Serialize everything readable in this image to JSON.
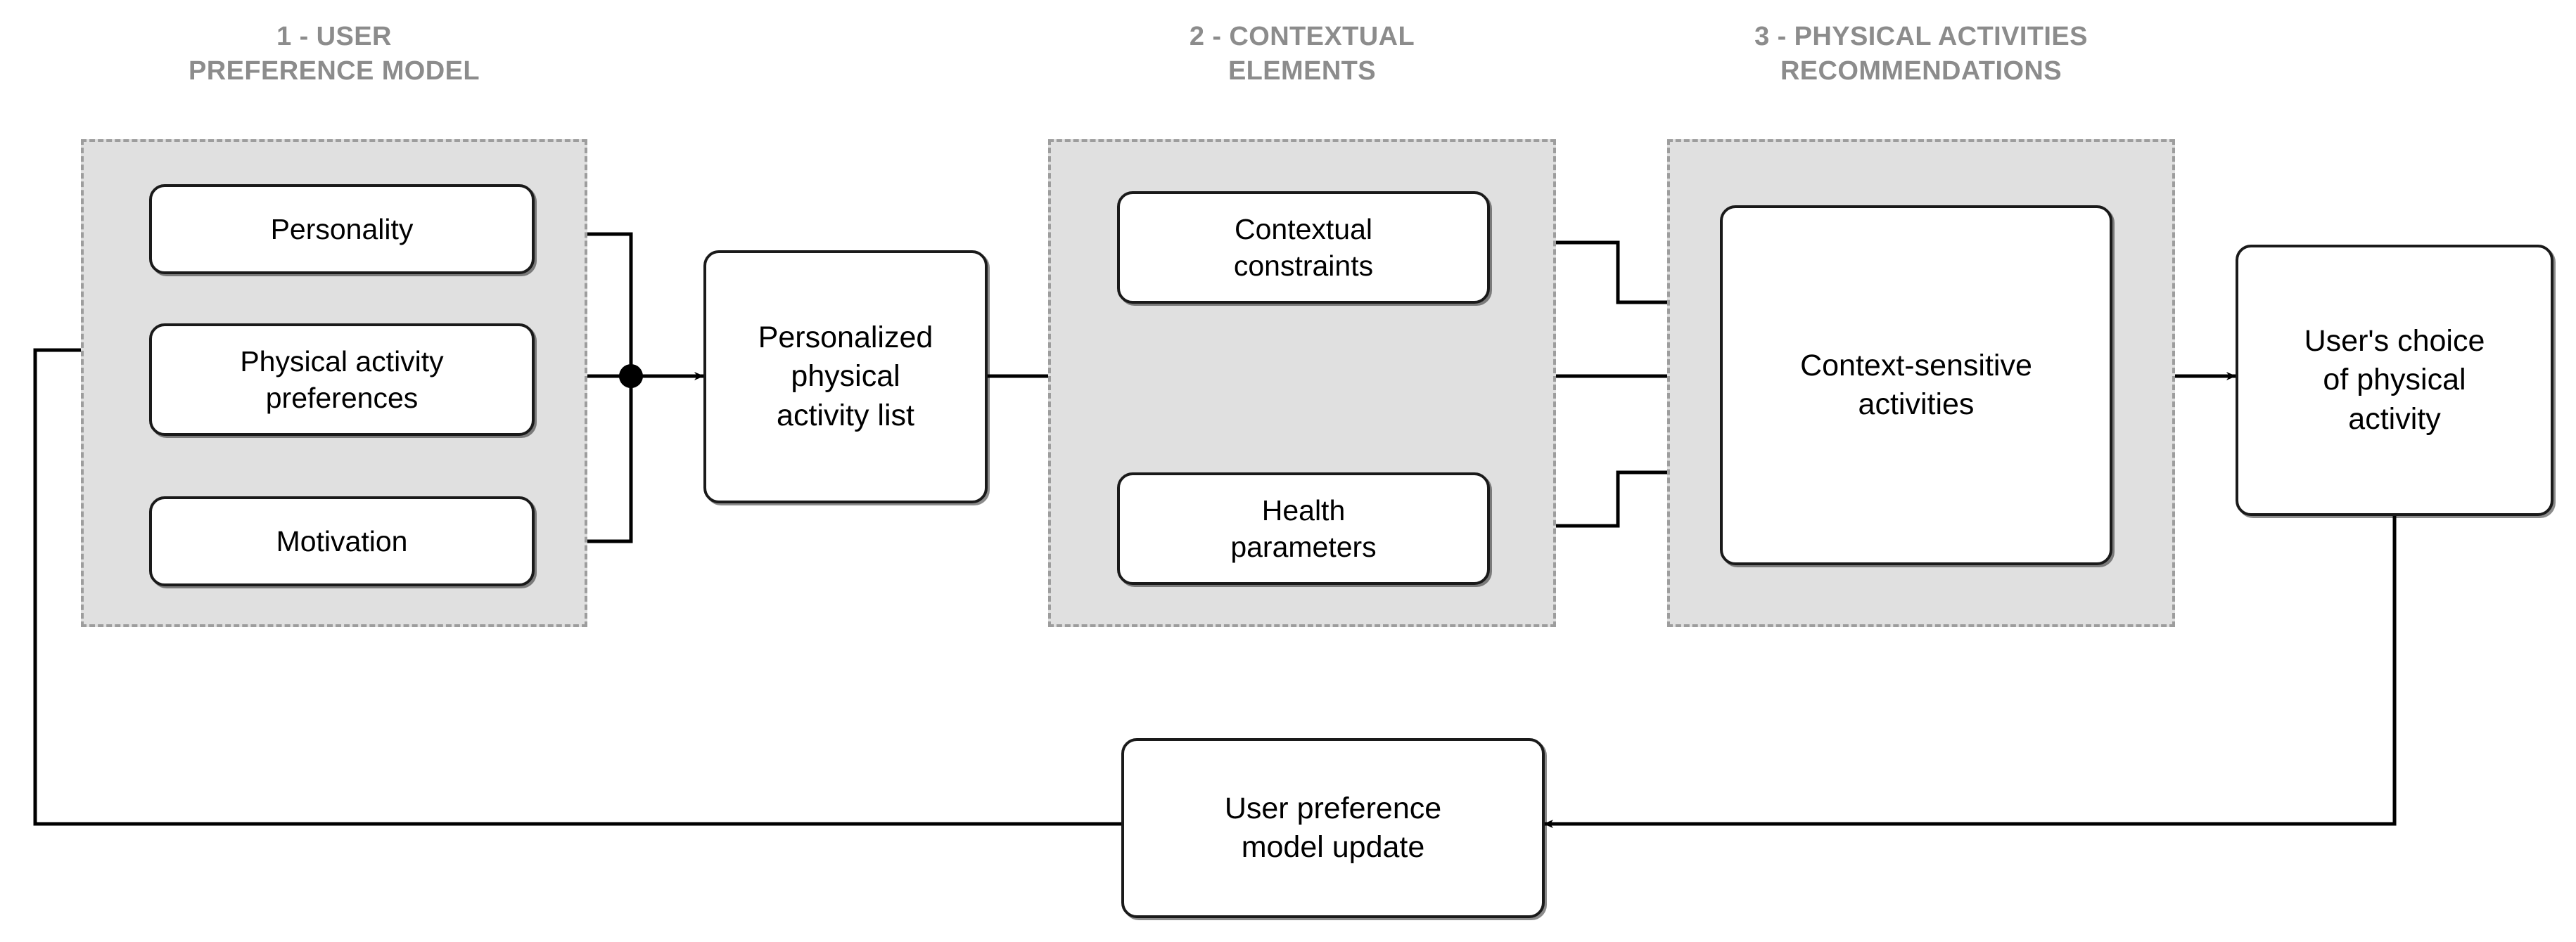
{
  "diagram": {
    "title_text_color": "#8c8c8c",
    "zone_fill": "#e0e0e0",
    "zone_border": "#9d9d9d",
    "node_border": "#1a1a1a",
    "node_fill": "#ffffff",
    "edge_color": "#000000",
    "groups": [
      {
        "id": "group-1",
        "label": "1 - USER\nPREFERENCE MODEL"
      },
      {
        "id": "group-2",
        "label": "2 - CONTEXTUAL\nELEMENTS"
      },
      {
        "id": "group-3",
        "label": "3 - PHYSICAL ACTIVITIES\nRECOMMENDATIONS"
      }
    ],
    "nodes": [
      {
        "id": "personality",
        "label": "Personality"
      },
      {
        "id": "physical-activity-prefs",
        "label": "Physical activity\npreferences"
      },
      {
        "id": "motivation",
        "label": "Motivation"
      },
      {
        "id": "personalized-list",
        "label": "Personalized\nphysical\nactivity list"
      },
      {
        "id": "contextual-constraints",
        "label": "Contextual\nconstraints"
      },
      {
        "id": "health-parameters",
        "label": "Health\nparameters"
      },
      {
        "id": "context-sensitive",
        "label": "Context-sensitive\nactivities"
      },
      {
        "id": "users-choice",
        "label": "User's choice\nof physical\nactivity"
      },
      {
        "id": "model-update",
        "label": "User preference\nmodel update"
      }
    ],
    "edges": [
      {
        "from": "personality",
        "to": "personalized-list"
      },
      {
        "from": "physical-activity-prefs",
        "to": "personalized-list"
      },
      {
        "from": "motivation",
        "to": "personalized-list"
      },
      {
        "from": "personalized-list",
        "to": "context-sensitive"
      },
      {
        "from": "contextual-constraints",
        "to": "context-sensitive"
      },
      {
        "from": "health-parameters",
        "to": "context-sensitive"
      },
      {
        "from": "context-sensitive",
        "to": "users-choice"
      },
      {
        "from": "users-choice",
        "to": "model-update"
      },
      {
        "from": "model-update",
        "to": "physical-activity-prefs"
      }
    ]
  }
}
